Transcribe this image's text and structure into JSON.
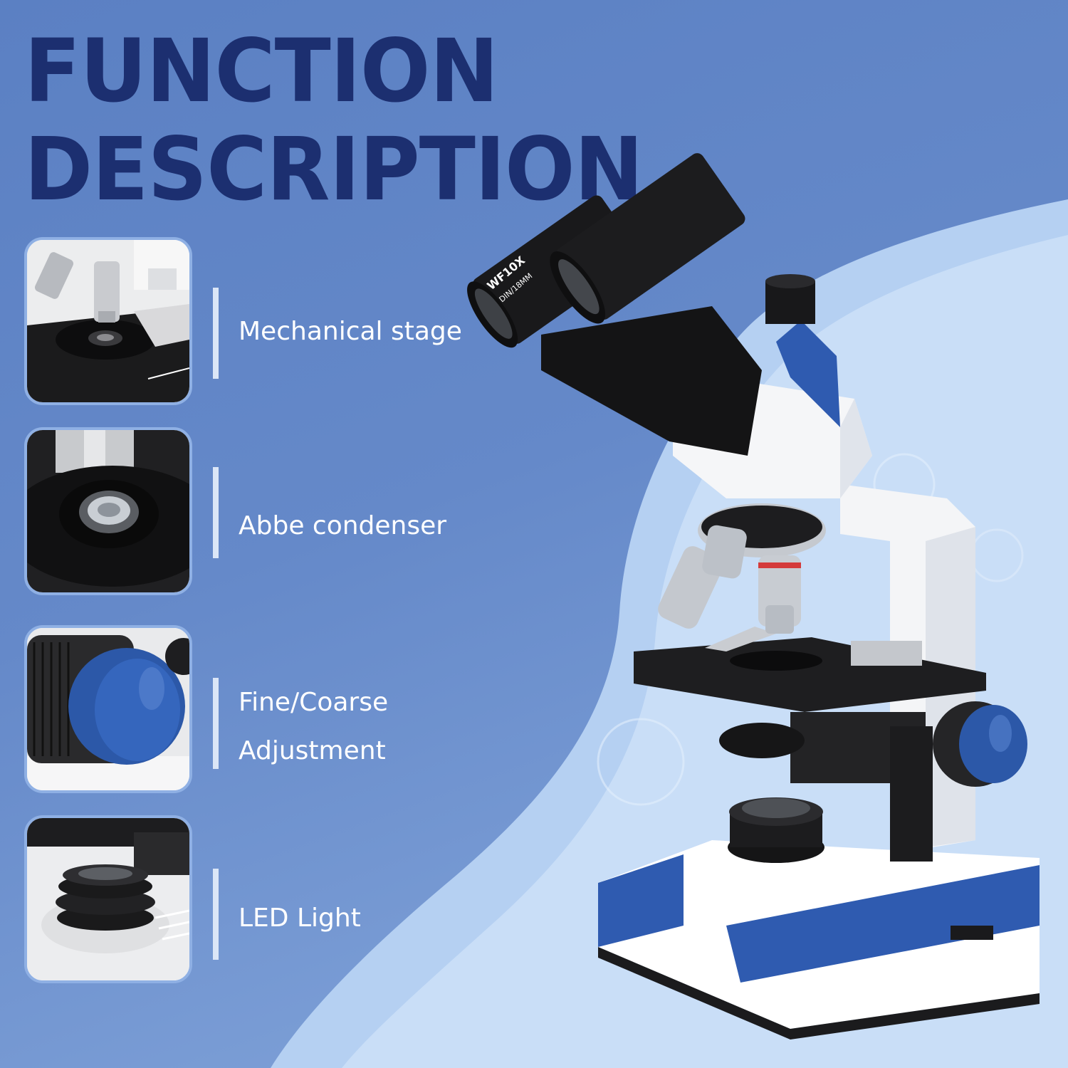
{
  "header": {
    "line1": "FUNCTION",
    "line2": "DESCRIPTION"
  },
  "features": [
    {
      "label": "Mechanical stage"
    },
    {
      "label": "Abbe condenser"
    },
    {
      "label_line1": "Fine/Coarse",
      "label_line2": "Adjustment"
    },
    {
      "label": "LED Light"
    }
  ],
  "microscope": {
    "eyepiece_marking_1": "WF10X",
    "eyepiece_marking_2": "DIN/18MM"
  },
  "colors": {
    "background": "#6589c9",
    "headline": "#1c2f70",
    "accent_blue": "#2f5bb0",
    "divider": "#dbe6f7"
  }
}
